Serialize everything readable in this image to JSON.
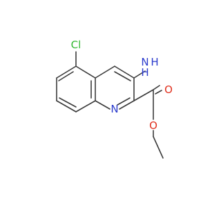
{
  "molecule": {
    "atom_labels": {
      "chlorine": "Cl",
      "amine_n": "N",
      "amine_h2": "H",
      "ring_n": "N",
      "carbonyl_o": "O",
      "ester_o": "O"
    },
    "colors": {
      "bond": "#3a3a3a",
      "chlorine": "#32b832",
      "nitrogen": "#2a3acc",
      "oxygen": "#e0301e"
    }
  }
}
